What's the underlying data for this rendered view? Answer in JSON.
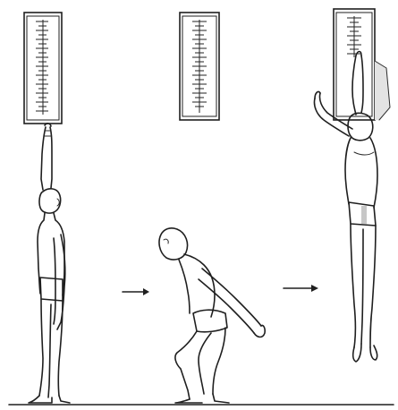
{
  "figure": {
    "stages": [
      {
        "name": "standing-reach",
        "icon": "standing-figure"
      },
      {
        "name": "crouch",
        "icon": "crouching-figure"
      },
      {
        "name": "jump",
        "icon": "jumping-figure"
      }
    ],
    "arrows": [
      "right-arrow",
      "right-arrow"
    ],
    "boards": [
      "measuring-board",
      "measuring-board",
      "measuring-board"
    ]
  }
}
